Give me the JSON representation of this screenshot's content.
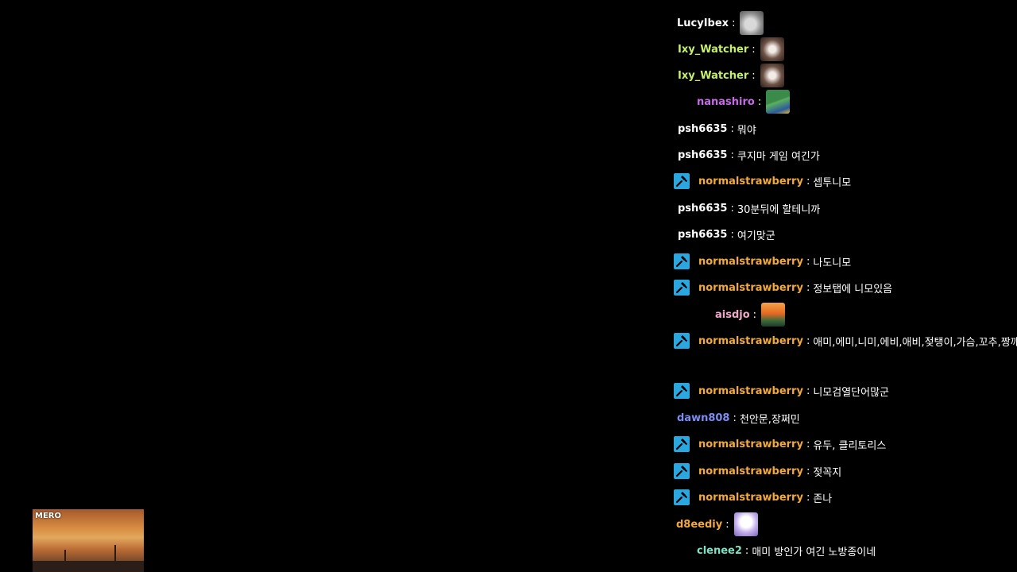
{
  "chat": [
    {
      "user": "LucyIbex",
      "color": "#ffffff",
      "mod": false,
      "emote": "e-ibex",
      "emote_name": "ibex-emote"
    },
    {
      "user": "Ixy_Watcher",
      "color": "#c6f06b",
      "mod": false,
      "emote": "e-watcher",
      "emote_name": "watcher-emote"
    },
    {
      "user": "Ixy_Watcher",
      "color": "#c6f06b",
      "mod": false,
      "emote": "e-watcher",
      "emote_name": "watcher-emote"
    },
    {
      "user": "nanashiro",
      "color": "#c66ae6",
      "mod": false,
      "emote": "e-frog",
      "emote_name": "frog-emote"
    },
    {
      "user": "psh6635",
      "color": "#ffffff",
      "mod": false,
      "msg": "뭐야"
    },
    {
      "user": "psh6635",
      "color": "#ffffff",
      "mod": false,
      "msg": "쿠지마 게임 여긴가"
    },
    {
      "user": "normalstrawberry",
      "color": "#f2a93b",
      "mod": true,
      "msg": "셉투니모"
    },
    {
      "user": "psh6635",
      "color": "#ffffff",
      "mod": false,
      "msg": "30분뒤에 할테니까"
    },
    {
      "user": "psh6635",
      "color": "#ffffff",
      "mod": false,
      "msg": "여기맞군"
    },
    {
      "user": "normalstrawberry",
      "color": "#f2a93b",
      "mod": true,
      "msg": "나도니모"
    },
    {
      "user": "normalstrawberry",
      "color": "#f2a93b",
      "mod": true,
      "msg": "정보탭에 니모있음"
    },
    {
      "user": "aisdjo",
      "color": "#f0a8c8",
      "mod": false,
      "emote": "e-sunset",
      "emote_name": "sunset-emote"
    },
    {
      "user": "normalstrawberry",
      "color": "#f2a93b",
      "mod": true,
      "msg": "애미,에미,니미,에비,애비,젖탱이,가슴,꼬추,짱깨"
    },
    {
      "user": "normalstrawberry",
      "color": "#f2a93b",
      "mod": true,
      "msg": "니모검열단어많군"
    },
    {
      "user": "dawn808",
      "color": "#7b8df0",
      "mod": false,
      "msg": "천안문,장쩌민"
    },
    {
      "user": "normalstrawberry",
      "color": "#f2a93b",
      "mod": true,
      "msg": "유두, 클리토리스"
    },
    {
      "user": "normalstrawberry",
      "color": "#f2a93b",
      "mod": true,
      "msg": "젖꼭지"
    },
    {
      "user": "normalstrawberry",
      "color": "#f2a93b",
      "mod": true,
      "msg": "존나"
    },
    {
      "user": "d8eediy",
      "color": "#f2a93b",
      "mod": false,
      "emote": "e-anime",
      "emote_name": "anime-emote"
    },
    {
      "user": "clenee2",
      "color": "#7fe0c4",
      "mod": false,
      "msg": "매미 방인가 여긴 노방종이네"
    }
  ],
  "separator": ":",
  "thumbnail": {
    "logo": "MERO"
  }
}
